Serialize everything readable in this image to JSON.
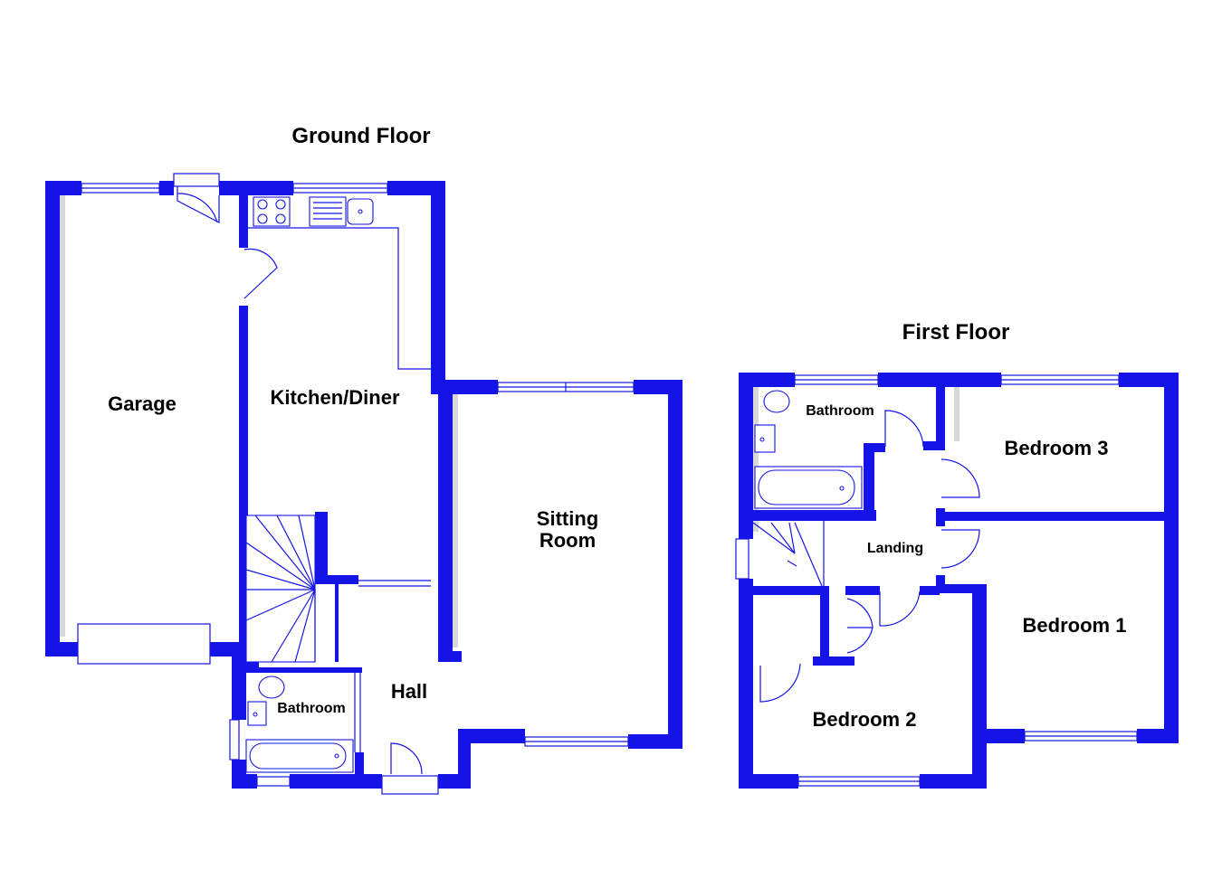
{
  "floors": {
    "ground": {
      "title": "Ground Floor",
      "rooms": {
        "garage": "Garage",
        "kitchen": "Kitchen/Diner",
        "sitting_line1": "Sitting",
        "sitting_line2": "Room",
        "hall": "Hall",
        "bathroom": "Bathroom"
      }
    },
    "first": {
      "title": "First Floor",
      "rooms": {
        "bathroom": "Bathroom",
        "bedroom3": "Bedroom 3",
        "landing": "Landing",
        "bedroom1": "Bedroom 1",
        "bedroom2": "Bedroom 2"
      }
    }
  },
  "colors": {
    "wall": "#1414e6",
    "text": "#000000",
    "background": "#ffffff"
  }
}
